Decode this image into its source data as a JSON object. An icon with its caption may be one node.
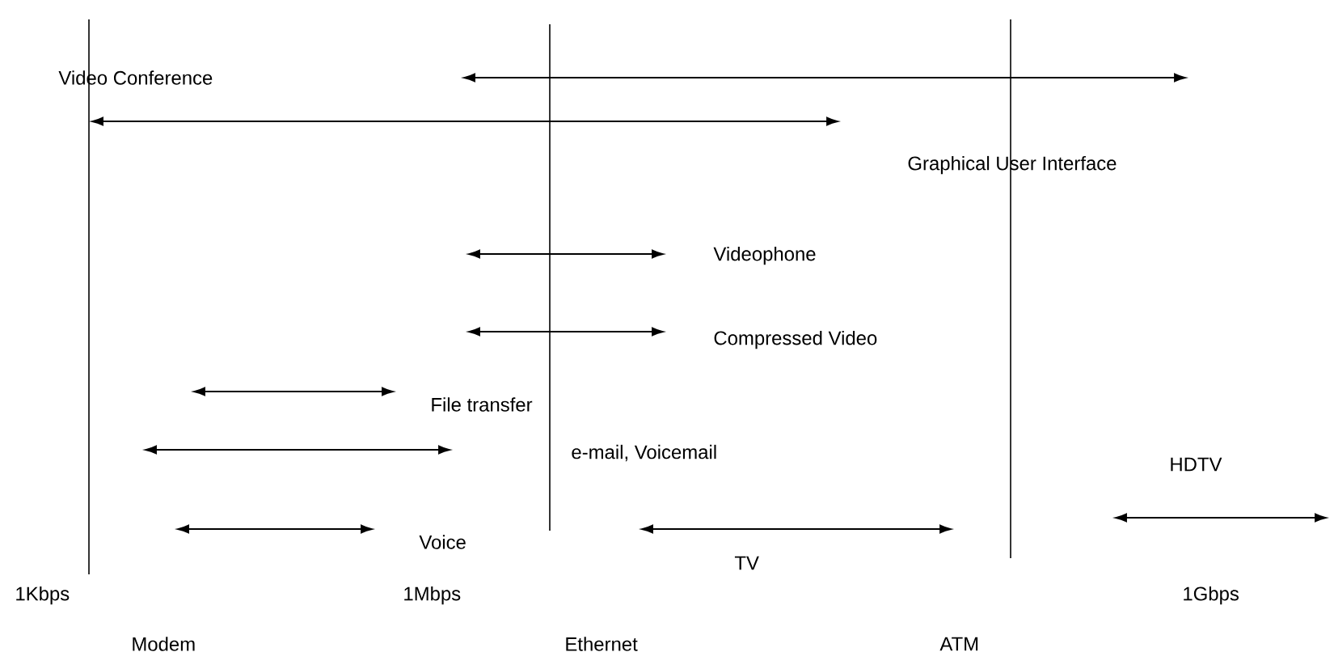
{
  "diagram": {
    "labels": [
      "Video Conference",
      "Graphical User Interface",
      "Videophone",
      "Compressed Video",
      "File transfer",
      "e-mail, Voicemail",
      "HDTV",
      "Voice",
      "TV",
      "1Kbps",
      "1Mbps",
      "1Gbps",
      "Modem",
      "Ethernet",
      "ATM"
    ]
  }
}
